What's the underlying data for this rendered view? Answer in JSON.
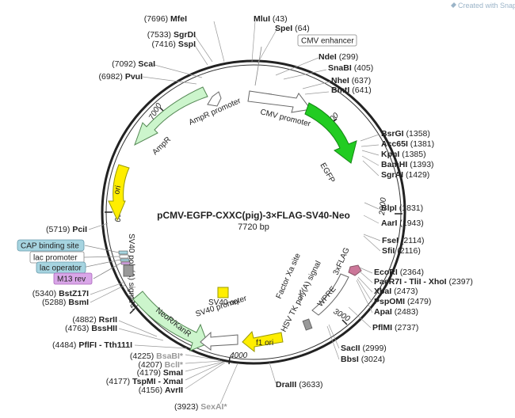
{
  "credit": "Created with SnapGene®",
  "plasmid": {
    "name": "pCMV-EGFP-CXXC(pig)-3×FLAG-SV40-Neo",
    "size": "7720 bp"
  },
  "ticks": [
    "1000",
    "2000",
    "3000",
    "4000",
    "5000",
    "6000",
    "7000"
  ],
  "enzymes": [
    {
      "pos": "(7696)",
      "name": "MfeI"
    },
    {
      "pos": "(7533)",
      "name": "SgrDI"
    },
    {
      "pos": "(7416)",
      "name": "SspI"
    },
    {
      "pos": "(7092)",
      "name": "ScaI"
    },
    {
      "pos": "(6982)",
      "name": "PvuI"
    },
    {
      "name": "MluI",
      "pos": "(43)"
    },
    {
      "name": "SpeI",
      "pos": "(64)"
    },
    {
      "name": "NdeI",
      "pos": "(299)"
    },
    {
      "name": "SnaBI",
      "pos": "(405)"
    },
    {
      "name": "NheI",
      "pos": "(637)"
    },
    {
      "name": "BmtI",
      "pos": "(641)"
    },
    {
      "name": "BsrGI",
      "pos": "(1358)"
    },
    {
      "name": "Acc65I",
      "pos": "(1381)"
    },
    {
      "name": "KpnI",
      "pos": "(1385)"
    },
    {
      "name": "BamHI",
      "pos": "(1393)"
    },
    {
      "name": "SgrAI",
      "pos": "(1429)"
    },
    {
      "name": "BlpI",
      "pos": "(1831)"
    },
    {
      "name": "AarI",
      "pos": "(1943)"
    },
    {
      "name": "FseI",
      "pos": "(2114)"
    },
    {
      "name": "SfiI",
      "pos": "(2116)"
    },
    {
      "name": "EcoRI",
      "pos": "(2364)"
    },
    {
      "name": "PaeR7I - TliI - XhoI",
      "pos": "(2397)"
    },
    {
      "name": "XbaI",
      "pos": "(2473)"
    },
    {
      "name": "PspOMI",
      "pos": "(2479)"
    },
    {
      "name": "ApaI",
      "pos": "(2483)"
    },
    {
      "name": "PflMI",
      "pos": "(2737)"
    },
    {
      "name": "SacII",
      "pos": "(2999)"
    },
    {
      "name": "BbsI",
      "pos": "(3024)"
    },
    {
      "name": "DraIII",
      "pos": "(3633)"
    },
    {
      "pos": "(3923)",
      "name": "SexAI*",
      "gray": true
    },
    {
      "pos": "(4156)",
      "name": "AvrII"
    },
    {
      "pos": "(4177)",
      "name": "TspMI - XmaI"
    },
    {
      "pos": "(4179)",
      "name": "SmaI"
    },
    {
      "pos": "(4207)",
      "name": "BclI*",
      "gray": true
    },
    {
      "pos": "(4225)",
      "name": "BsaBI*",
      "gray": true
    },
    {
      "pos": "(4484)",
      "name": "PflFI - Tth111I"
    },
    {
      "pos": "(4763)",
      "name": "BssHII"
    },
    {
      "pos": "(4882)",
      "name": "RsrII"
    },
    {
      "pos": "(5288)",
      "name": "BsmI"
    },
    {
      "pos": "(5340)",
      "name": "BstZ17I"
    },
    {
      "pos": "(5719)",
      "name": "PciI"
    }
  ],
  "features": {
    "cmv_enhancer": "CMV enhancer",
    "cmv_promoter": "CMV promoter",
    "egfp": "EGFP",
    "ampr_promoter": "AmpR promoter",
    "ampr": "AmpR",
    "ori": "ori",
    "sv40_polya_left": "SV40 poly(A) signal",
    "cap_binding": "CAP binding site",
    "lac_promoter": "lac promoter",
    "lac_operator": "lac operator",
    "m13_rev": "M13 rev",
    "neor": "NeoR/KanR",
    "sv40_promoter": "SV40 promoter",
    "sv40_ori": "SV40 ori",
    "f1_ori": "f1 ori",
    "hsv_tk": "HSV TK poly(A) signal",
    "factor_xa": "Factor Xa site",
    "wpre": "WPRE",
    "flag": "3xFLAG"
  },
  "colors": {
    "egfp": "#22cc22",
    "ampr": "#ccf5cc",
    "ori": "#ffee00",
    "neor": "#ccf5cc",
    "sv40_ori": "#ffee00",
    "f1_ori": "#ffee00",
    "flag": "#cc7799",
    "cap_bg": "#a6d4e0",
    "m13_bg": "#d9a6e8",
    "gray_feat": "#999999",
    "promoter": "#ffffff"
  }
}
